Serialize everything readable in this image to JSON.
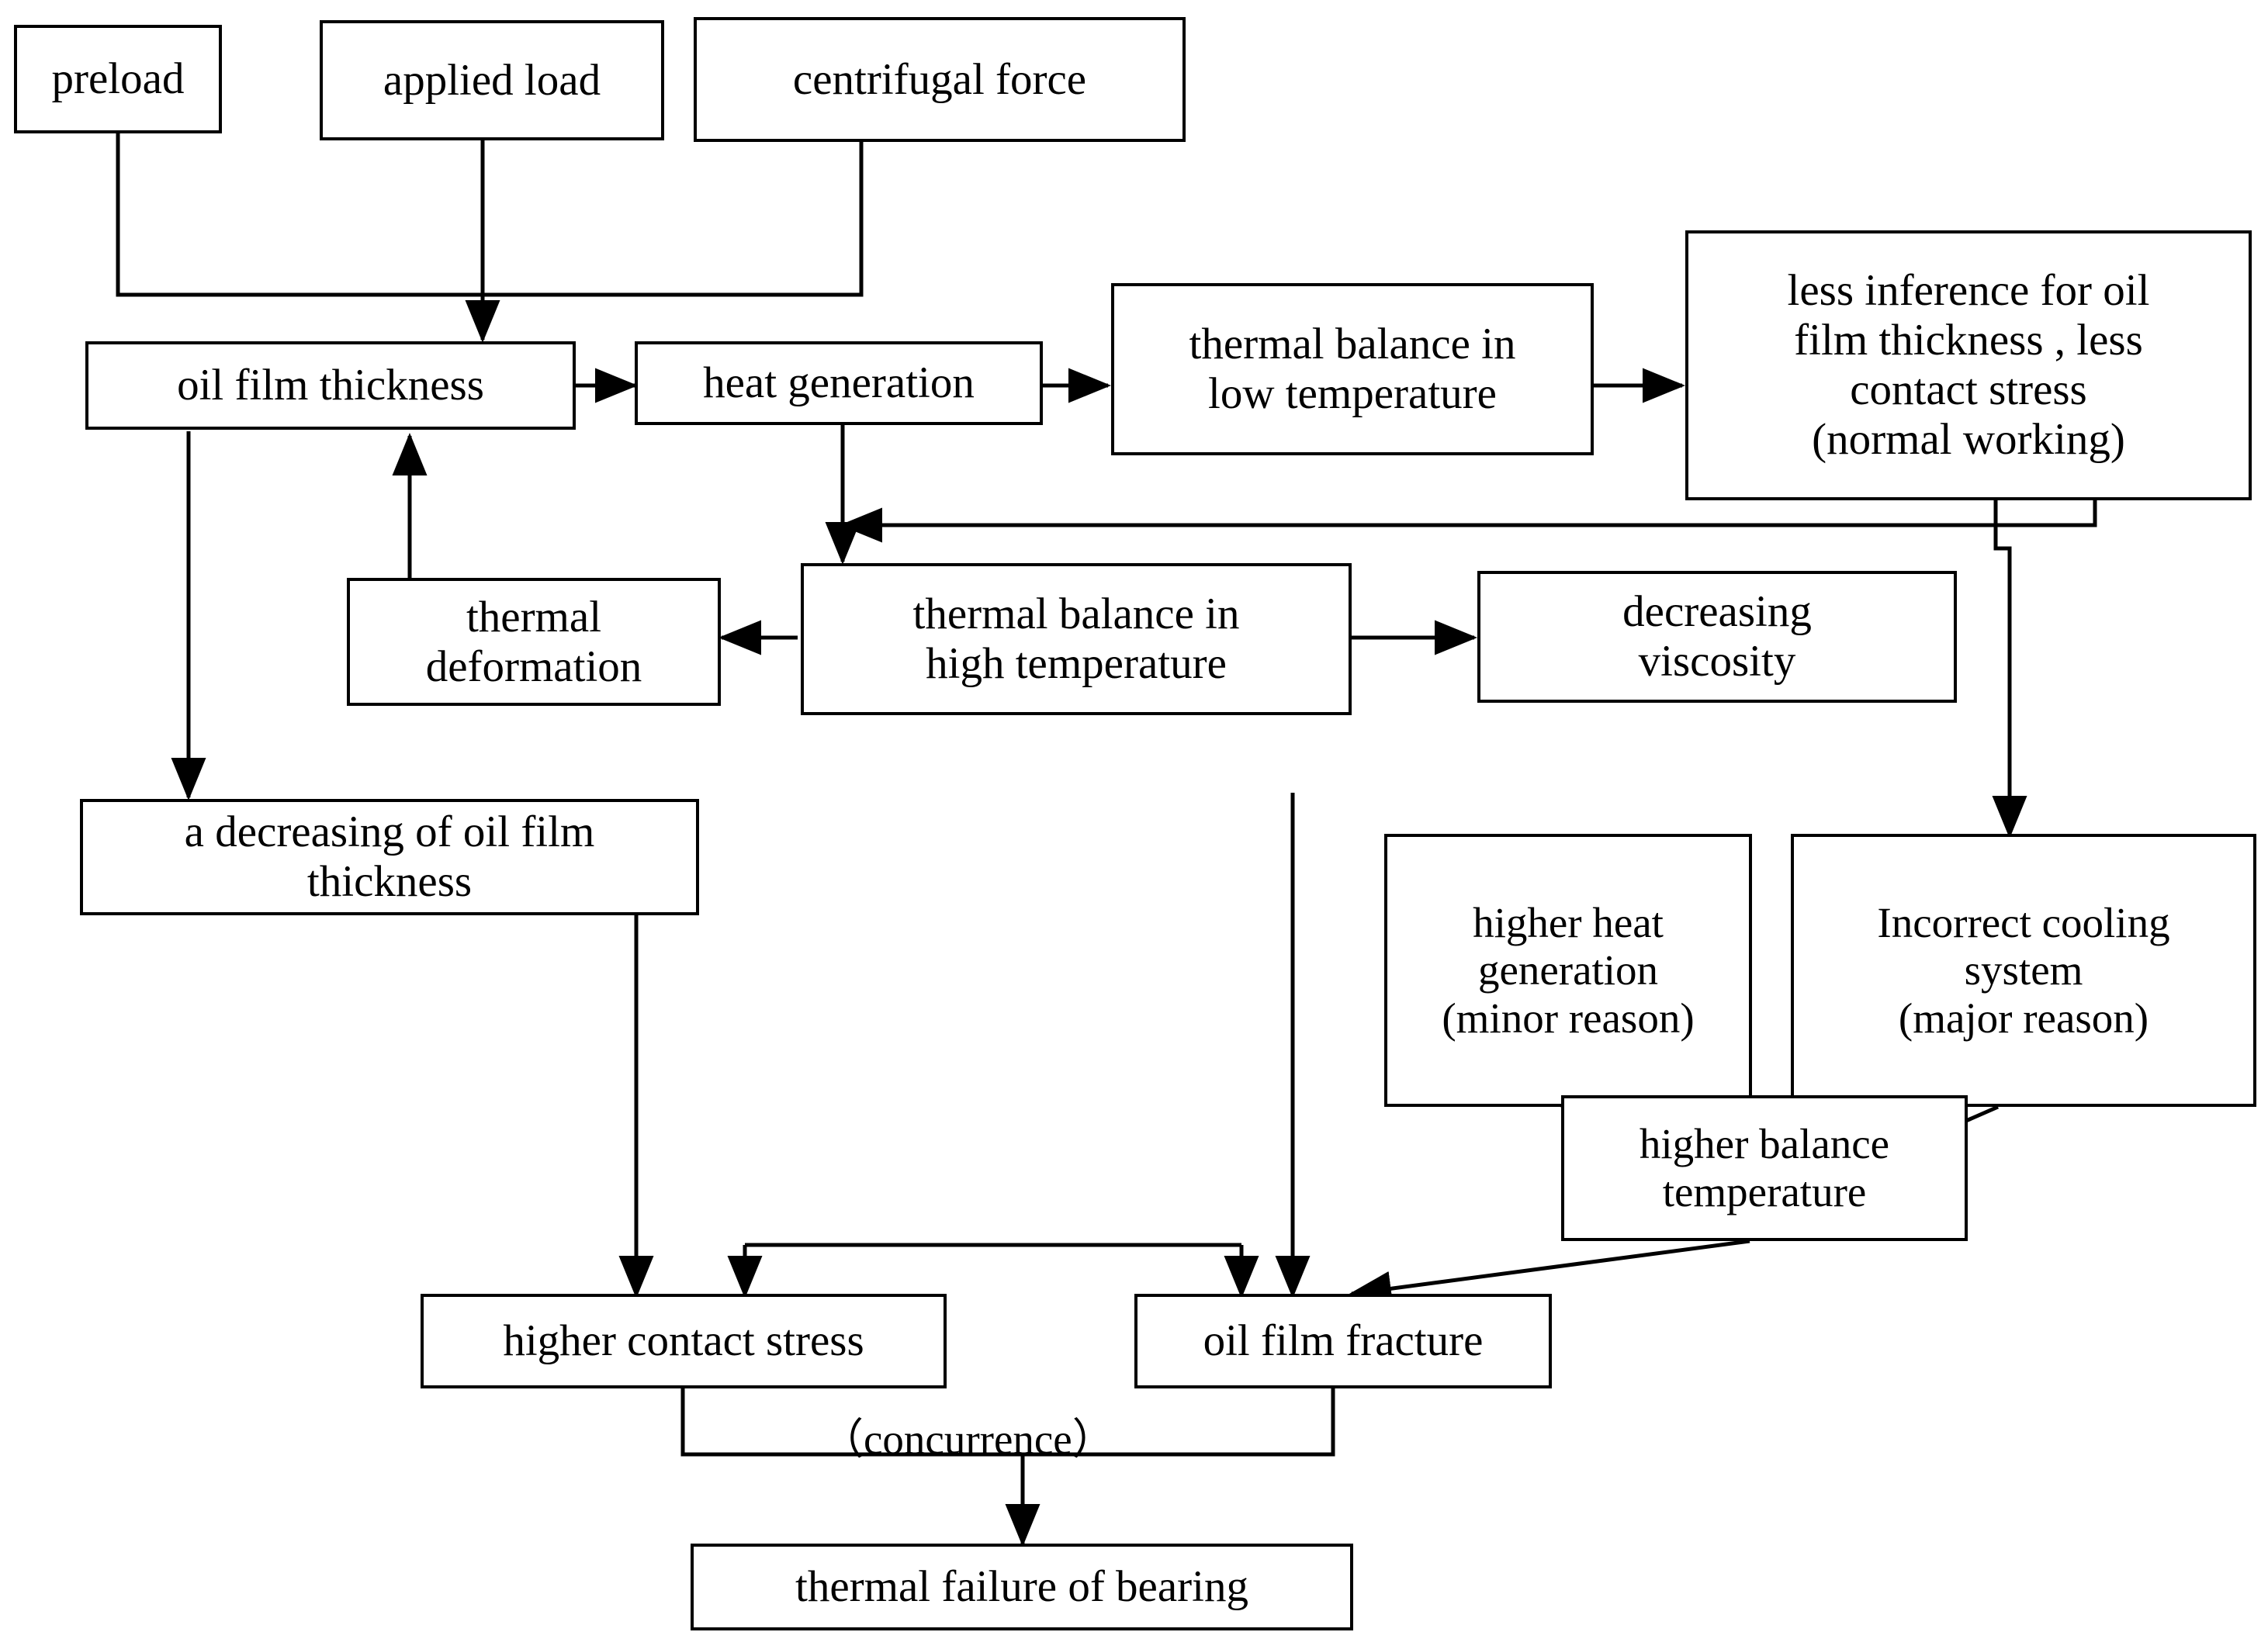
{
  "diagram": {
    "title": "thermal failure of bearing flowchart",
    "line_color": "#000000",
    "box_border_color": "#000000",
    "background": "#ffffff",
    "nodes": [
      {
        "id": "preload",
        "label": "preload"
      },
      {
        "id": "applied-load",
        "label": "applied load"
      },
      {
        "id": "centrifugal-force",
        "label": "centrifugal force"
      },
      {
        "id": "oil-film-thickness",
        "label": "oil film thickness"
      },
      {
        "id": "heat-generation",
        "label": "heat generation"
      },
      {
        "id": "thermal-balance-low",
        "label": "thermal balance in\nlow temperature"
      },
      {
        "id": "less-inference",
        "label": "less inference for oil\nfilm thickness , less\ncontact stress\n(normal working)"
      },
      {
        "id": "thermal-deformation",
        "label": "thermal\ndeformation"
      },
      {
        "id": "thermal-balance-high",
        "label": "thermal balance in\nhigh temperature"
      },
      {
        "id": "decreasing-viscosity",
        "label": "decreasing\nviscosity"
      },
      {
        "id": "decreasing-oil-film",
        "label": "a decreasing of oil film\nthickness"
      },
      {
        "id": "higher-heat-generation",
        "label": "higher heat\ngeneration\n(minor reason)"
      },
      {
        "id": "incorrect-cooling",
        "label": "Incorrect cooling\nsystem\n(major reason)"
      },
      {
        "id": "higher-balance-temperature",
        "label": "higher balance\ntemperature"
      },
      {
        "id": "higher-contact-stress",
        "label": "higher contact stress"
      },
      {
        "id": "oil-film-fracture",
        "label": "oil film fracture"
      },
      {
        "id": "thermal-failure",
        "label": "thermal failure of bearing"
      }
    ],
    "annotations": [
      {
        "id": "concurrence",
        "label": "（concurrence）"
      }
    ],
    "edges": [
      {
        "from": "preload",
        "to": "oil-film-thickness"
      },
      {
        "from": "applied-load",
        "to": "oil-film-thickness"
      },
      {
        "from": "centrifugal-force",
        "to": "oil-film-thickness"
      },
      {
        "from": "oil-film-thickness",
        "to": "heat-generation"
      },
      {
        "from": "heat-generation",
        "to": "thermal-balance-low"
      },
      {
        "from": "thermal-balance-low",
        "to": "less-inference"
      },
      {
        "from": "heat-generation",
        "to": "thermal-balance-high"
      },
      {
        "from": "less-inference",
        "to": "thermal-balance-high"
      },
      {
        "from": "thermal-balance-high",
        "to": "thermal-deformation"
      },
      {
        "from": "thermal-deformation",
        "to": "oil-film-thickness"
      },
      {
        "from": "thermal-balance-high",
        "to": "decreasing-viscosity"
      },
      {
        "from": "oil-film-thickness",
        "to": "decreasing-oil-film"
      },
      {
        "from": "decreasing-oil-film",
        "to": "higher-contact-stress"
      },
      {
        "from": "thermal-balance-high",
        "to": "oil-film-fracture"
      },
      {
        "from": "less-inference",
        "to": "incorrect-cooling"
      },
      {
        "from": "higher-heat-generation",
        "to": "higher-balance-temperature"
      },
      {
        "from": "incorrect-cooling",
        "to": "higher-balance-temperature"
      },
      {
        "from": "higher-balance-temperature",
        "to": "oil-film-fracture"
      },
      {
        "from": "higher-contact-stress",
        "to": "thermal-failure"
      },
      {
        "from": "oil-film-fracture",
        "to": "thermal-failure"
      }
    ]
  },
  "watermark": {
    "text": ""
  }
}
